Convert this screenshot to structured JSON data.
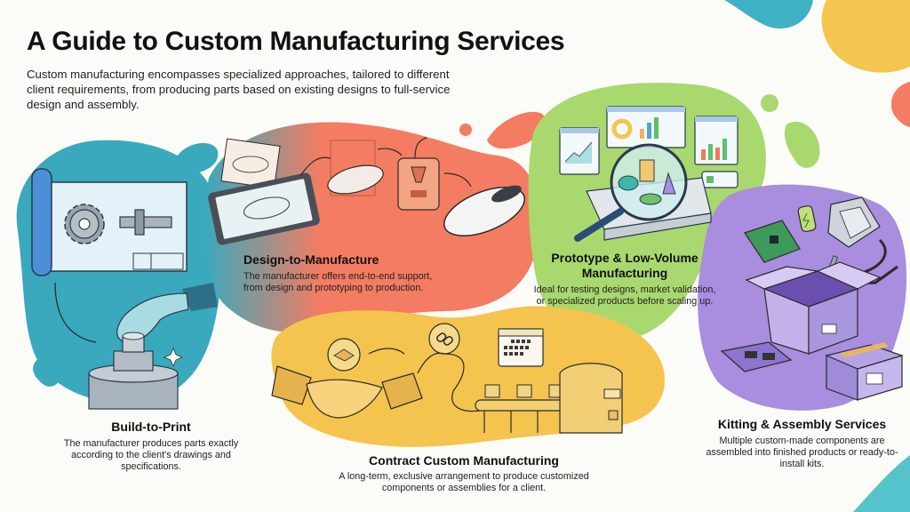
{
  "header": {
    "title": "A Guide to Custom Manufacturing Services",
    "intro": "Custom manufacturing encompasses specialized approaches, tailored to different client requirements, from producing parts based on existing designs to full-service design and assembly."
  },
  "sections": [
    {
      "id": "build-to-print",
      "title": "Build-to-Print",
      "description": "The manufacturer produces parts exactly according to the client's drawings and specifications.",
      "color": "#3aa9bd",
      "illustration": [
        "blueprint-icon",
        "gear-icon",
        "shaft-icon",
        "hand-icon",
        "machined-part-icon",
        "sparkle-icon"
      ]
    },
    {
      "id": "design-to-manufacture",
      "title": "Design-to-Manufacture",
      "description": "The manufacturer offers end-to-end support, from design and prototyping to production.",
      "color": "#f47c62",
      "illustration": [
        "sketch-icon",
        "tablet-icon",
        "wireframe-mouse-icon",
        "3d-printer-icon",
        "finished-mouse-icon"
      ]
    },
    {
      "id": "prototype-low-volume",
      "title": "Prototype & Low-Volume Manufacturing",
      "description": "Ideal for testing designs, market validation, or specialized products before scaling up.",
      "color": "#a9d86e",
      "illustration": [
        "line-chart-window-icon",
        "donut-chart-window-icon",
        "bar-chart-window-icon",
        "thumbs-up-icon",
        "magnifying-glass-icon",
        "prototype-platform-icon"
      ]
    },
    {
      "id": "contract-custom",
      "title": "Contract Custom Manufacturing",
      "description": "A long-term, exclusive arrangement to produce customized components or assemblies for a client.",
      "color": "#f4c44f",
      "illustration": [
        "handshake-badge-icon",
        "chain-link-icon",
        "calendar-icon",
        "handshake-icon",
        "conveyor-belt-icon",
        "factory-icon"
      ]
    },
    {
      "id": "kitting-assembly",
      "title": "Kitting & Assembly Services",
      "description": "Multiple custom-made components are assembled into finished products or ready-to-install kits.",
      "color": "#a98ddf",
      "illustration": [
        "circuit-board-icon",
        "battery-icon",
        "enclosure-icon",
        "screw-icon",
        "cable-icon",
        "open-box-icon",
        "device-icon",
        "shipping-box-icon"
      ]
    }
  ],
  "palette": {
    "background": "#fbfbf8",
    "teal": "#3aa9bd",
    "coral": "#f47c62",
    "green": "#a9d86e",
    "yellow": "#f4c44f",
    "purple": "#a98ddf",
    "ink": "#2b2b2b"
  }
}
